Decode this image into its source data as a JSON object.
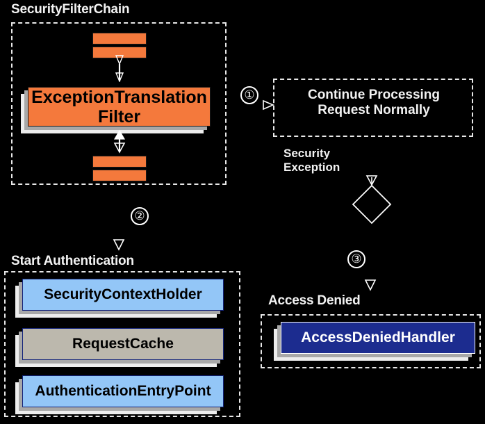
{
  "diagram": {
    "title": "ExceptionTranslationFilter flow",
    "background": "#000000",
    "colors": {
      "orange": "#f4793c",
      "light_blue": "#93c6f7",
      "gray": "#bcb8ad",
      "dark_blue": "#1c2c8f",
      "outline": "#ffffff",
      "shadow_near": "#a8a8a8",
      "shadow_far": "#ededed"
    }
  },
  "groups": {
    "filter_chain": {
      "title": "SecurityFilterChain"
    },
    "continue_processing": {
      "line1": "Continue Processing",
      "line2": "Request Normally"
    },
    "start_authentication": {
      "title": "Start Authentication"
    },
    "access_denied": {
      "title": "Access Denied"
    }
  },
  "nodes": {
    "filter_bar_top_1": "",
    "filter_bar_top_2": "",
    "exception_translation_filter": "ExceptionTranslation Filter",
    "exception_translation_filter_line1": "ExceptionTranslation",
    "exception_translation_filter_line2": "Filter",
    "filter_bar_bottom_1": "",
    "filter_bar_bottom_2": "",
    "security_context_holder": "SecurityContextHolder",
    "request_cache": "RequestCache",
    "authentication_entry_point": "AuthenticationEntryPoint",
    "access_denied_handler": "AccessDeniedHandler"
  },
  "edge_labels": {
    "security_exception_line1": "Security",
    "security_exception_line2": "Exception"
  },
  "steps": {
    "one": "①",
    "two": "②",
    "three": "③"
  }
}
